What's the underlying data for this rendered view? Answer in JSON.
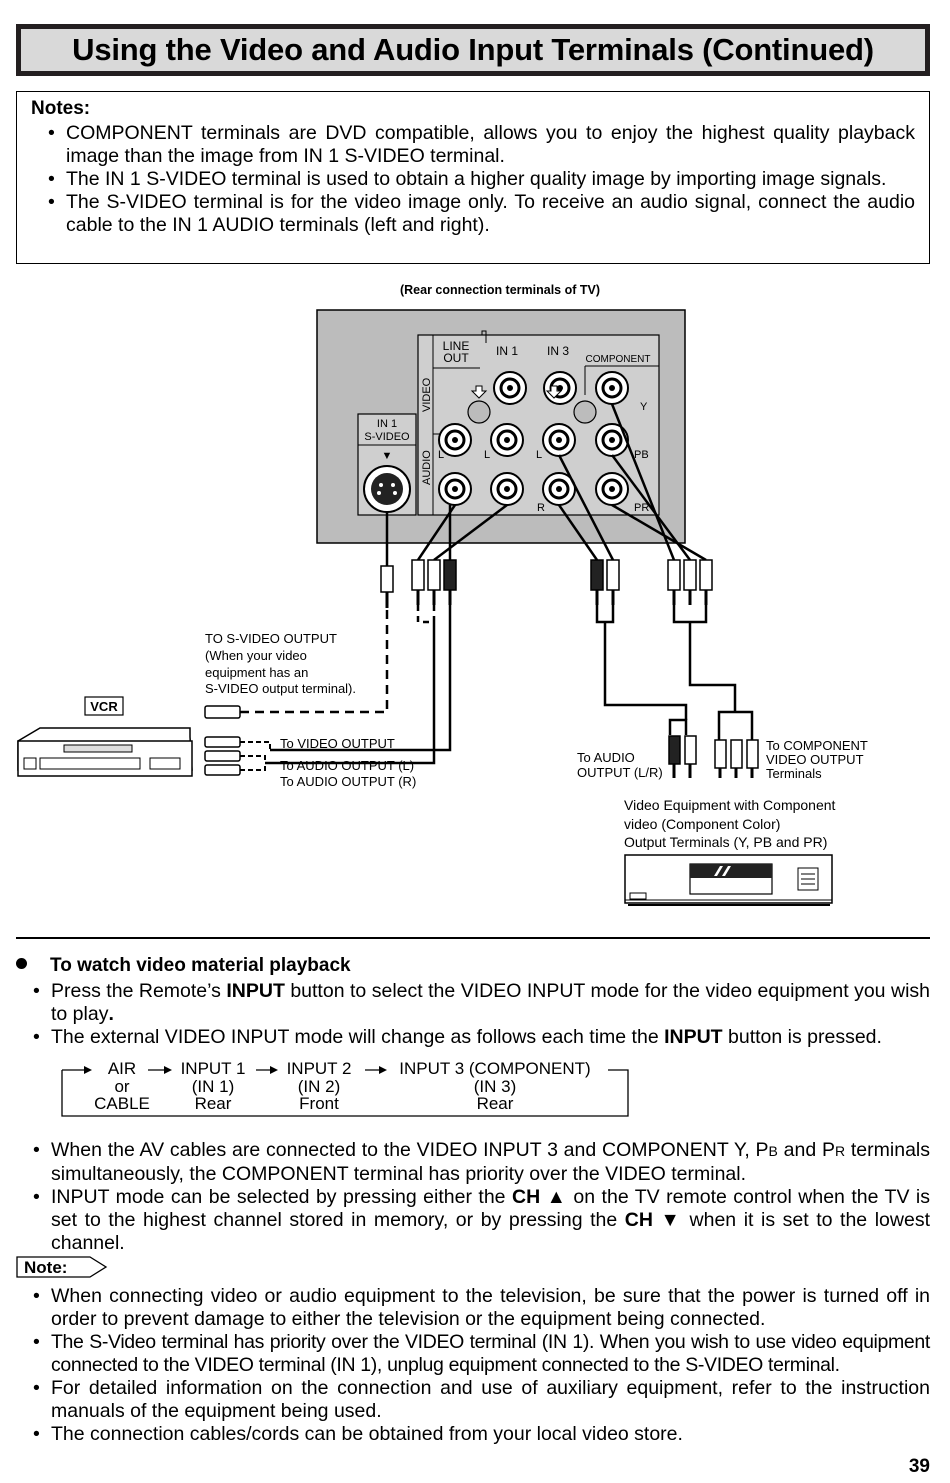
{
  "page_title": "Using the Video and Audio Input Terminals (Continued)",
  "notes": {
    "heading": "Notes:",
    "items": [
      "COMPONENT terminals are DVD compatible, allows you to enjoy the highest quality playback image than the image from IN 1 S-VIDEO terminal.",
      "The IN 1 S-VIDEO terminal is used to obtain a higher quality image by importing image signals.",
      "The S-VIDEO terminal is for the video image only. To receive an audio signal, connect the audio cable to the IN 1 AUDIO terminals (left and right)."
    ]
  },
  "diagram": {
    "caption": "(Rear connection terminals of TV)",
    "panel": {
      "line_out": [
        "LINE",
        "OUT"
      ],
      "in1": "IN 1",
      "in3": "IN 3",
      "component": "COMPONENT",
      "video": "VIDEO",
      "audio": "AUDIO",
      "in1_svideo": [
        "IN 1",
        "S-VIDEO"
      ],
      "arrow_down": "▼",
      "l": "L",
      "r": "R",
      "y": "Y",
      "pb": "PB",
      "pr": "PR"
    },
    "svideo_note": [
      "TO S-VIDEO OUTPUT",
      "(When your video",
      "equipment has an",
      "S-VIDEO output terminal)."
    ],
    "vcr_label": "VCR",
    "to_video_output": "To VIDEO OUTPUT",
    "to_audio_output_l": "To AUDIO OUTPUT (L)",
    "to_audio_output_r": "To AUDIO OUTPUT (R)",
    "to_audio_output_lr": [
      "To AUDIO",
      "OUTPUT (L/R)"
    ],
    "to_component_output": [
      "To COMPONENT",
      "VIDEO OUTPUT",
      "Terminals"
    ],
    "component_equipment": [
      "Video Equipment with Component",
      "video (Component Color)",
      "Output Terminals (Y, PB and PR)"
    ]
  },
  "playback": {
    "heading": "To watch video material playback",
    "item1_a": "Press the Remote’s ",
    "item1_b": "INPUT",
    "item1_c": " button to select the VIDEO INPUT mode for the video equipment you wish to play",
    "item1_d": ".",
    "item2_a": "The external VIDEO INPUT mode will change as follows each time the ",
    "item2_b": "INPUT",
    "item2_c": " button is pressed.",
    "flow": [
      {
        "l1": "AIR",
        "l2": "or",
        "l3": "CABLE"
      },
      {
        "l1": "INPUT 1",
        "l2": "(IN 1)",
        "l3": "Rear"
      },
      {
        "l1": "INPUT 2",
        "l2": "(IN 2)",
        "l3": "Front"
      },
      {
        "l1": "INPUT 3 (COMPONENT)",
        "l2": "(IN 3)",
        "l3": "Rear"
      }
    ],
    "item3_a": "When the AV cables are connected to the VIDEO INPUT 3 and COMPONENT Y, P",
    "item3_b": "B",
    "item3_c": " and P",
    "item3_d": "R",
    "item3_e": " terminals simultaneously, the COMPONENT terminal has priority over the VIDEO terminal.",
    "item4_a": "INPUT mode can be selected by pressing either the ",
    "item4_b": "CH ▲",
    "item4_c": " on the TV remote control when the TV is set to the highest channel stored in memory, or by pressing the ",
    "item4_d": "CH ▼",
    "item4_e": " when it is set to the lowest channel."
  },
  "note2": {
    "tag": "Note:",
    "items": [
      "When connecting video or audio equipment to the television, be sure that the power is turned off in order to prevent damage to either the television or the equipment being connected.",
      "The S-Video terminal has priority over the VIDEO terminal (IN 1). When you wish to use video equipment connected to the VIDEO terminal (IN 1), unplug equipment connected to the S-VIDEO terminal.",
      "For detailed information on the connection and use of auxiliary equipment, refer to the instruction manuals of the equipment being used.",
      "The connection cables/cords can be obtained from your local video store."
    ]
  },
  "page_number": "39"
}
